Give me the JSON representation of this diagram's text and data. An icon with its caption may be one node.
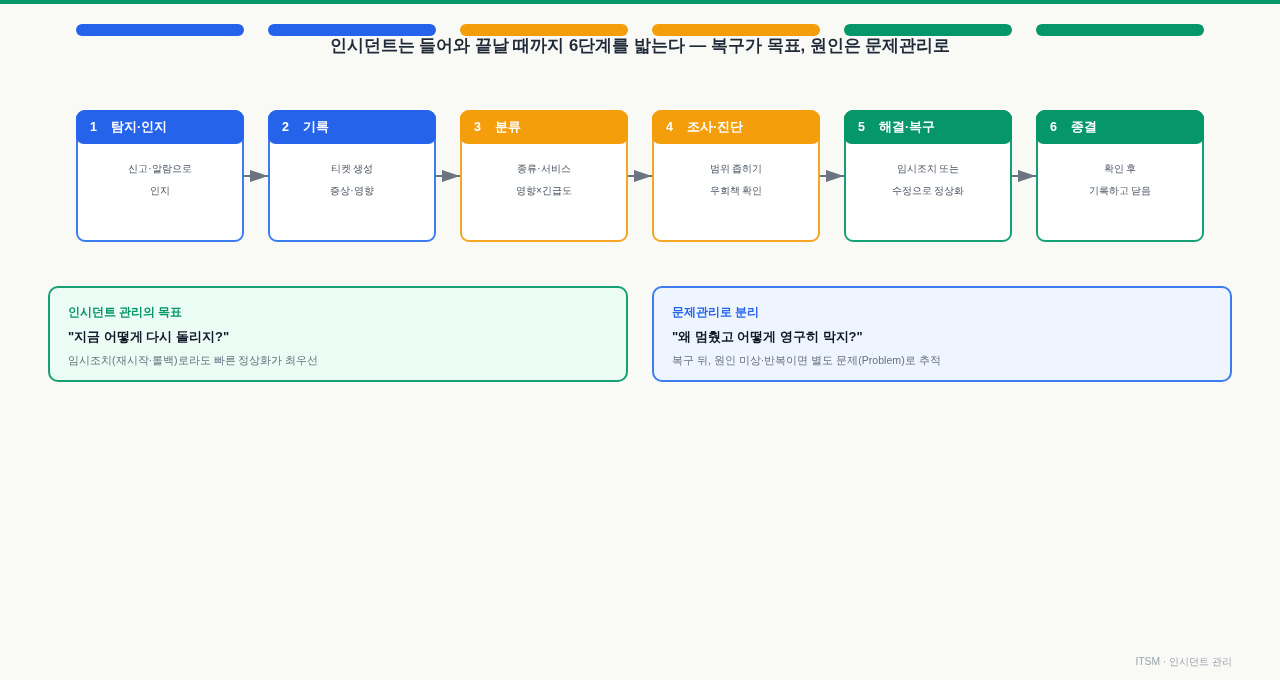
{
  "diagram": {
    "title": "인시던트는 들어와 끝날 때까지 6단계를 밟는다 — 복구가 목표, 원인은 문제관리로",
    "nodes": [
      {
        "text": [
          "1",
          "탐지·인지",
          "신고·알람으로 인지"
        ]
      },
      {
        "text": [
          "2",
          "기록",
          "티켓 생성 증상·영향"
        ]
      },
      {
        "text": [
          "3",
          "분류",
          "종류·서비스 영향×긴급도"
        ]
      },
      {
        "text": [
          "4",
          "조사·진단",
          "범위 좁히기 우회책 확인"
        ]
      },
      {
        "text": [
          "5",
          "해결·복구",
          "임시조치 또는 수정으로 정상화"
        ]
      },
      {
        "text": [
          "6",
          "종결",
          "확인 후 기록하고 닫음"
        ]
      },
      {
        "text": [
          "인시던트 관리의 목표",
          "\"지금 어떻게 다시 돌리지?\"",
          "임시조치(재시작·롤백)로라도 빠른 정상화가 최우선"
        ]
      },
      {
        "text": [
          "문제관리로 분리",
          "\"왜 멈췄고 어떻게 영구히 막지?\"",
          "복구 뒤, 원인 미상·반복이면 별도 문제(Problem)로 추적"
        ]
      }
    ],
    "edges": [
      {
        "from": 0,
        "to": 1,
        "arrow": "to"
      },
      {
        "from": 1,
        "to": 2,
        "arrow": "to"
      },
      {
        "from": 2,
        "to": 3,
        "arrow": "to"
      },
      {
        "from": 3,
        "to": 4,
        "arrow": "to"
      },
      {
        "from": 4,
        "to": 5,
        "arrow": "to"
      }
    ],
    "labels": [
      "ITSM · 인시던트 관리"
    ]
  }
}
